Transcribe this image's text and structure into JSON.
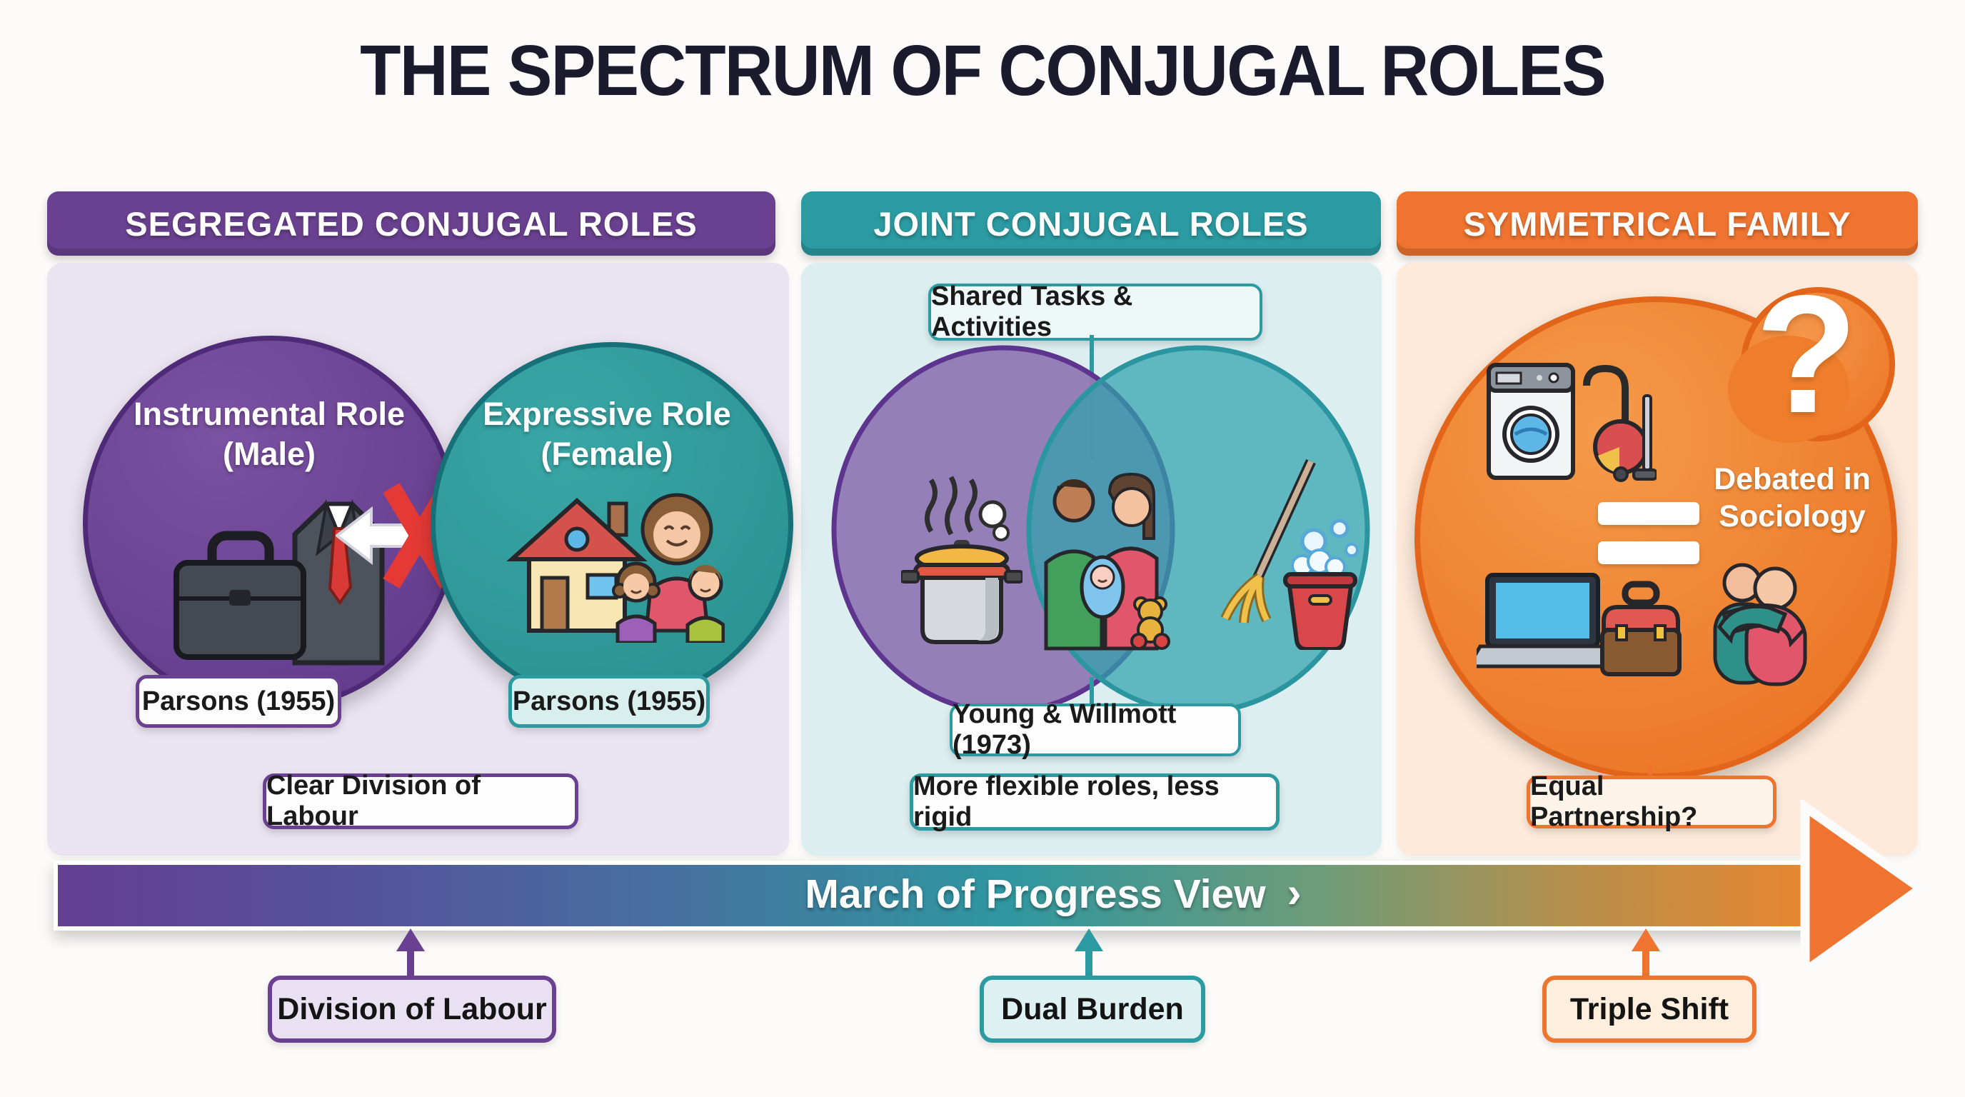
{
  "title": "THE SPECTRUM OF CONJUGAL ROLES",
  "panels": {
    "segregated": {
      "header": "SEGREGATED CONJUGAL ROLES",
      "accent_color": "#6a4190",
      "instrumental_circle": {
        "label": "Instrumental Role (Male)",
        "badge": "Parsons (1955)",
        "icons": [
          "briefcase-icon",
          "suit-icon"
        ]
      },
      "expressive_circle": {
        "label": "Expressive Role (Female)",
        "badge": "Parsons (1955)",
        "icons": [
          "house-icon",
          "mother-children-icon"
        ]
      },
      "separator_icon": "crossed-double-arrow-icon",
      "bottom_badge": "Clear Division of Labour"
    },
    "joint": {
      "header": "JOINT CONJUGAL ROLES",
      "accent_color": "#2b9aa1",
      "top_badge": "Shared Tasks & Activities",
      "venn": {
        "left_icon": "cooking-pot-icon",
        "overlap_icon": "family-baby-icon",
        "right_icon": "mop-bucket-icon"
      },
      "attribution_badge": "Young & Willmott (1973)",
      "bottom_badge": "More flexible roles, less rigid"
    },
    "symmetrical": {
      "header": "SYMMETRICAL FAMILY",
      "accent_color": "#ee7430",
      "question_mark": "?",
      "debate_note": "Debated in Sociology",
      "equals_icon": "equals-sign-icon",
      "icons": [
        "washing-machine-icon",
        "vacuum-icon",
        "laptop-icon",
        "toolbox-icon",
        "hugging-couple-icon"
      ],
      "bottom_badge": "Equal Partnership?"
    }
  },
  "progress_arrow": {
    "label": "March of Progress View",
    "chevron": "›"
  },
  "timeline": [
    {
      "label": "Division of Labour",
      "color": "#6a4190"
    },
    {
      "label": "Dual Burden",
      "color": "#2b9aa1"
    },
    {
      "label": "Triple Shift",
      "color": "#ee7430"
    }
  ],
  "colors": {
    "purple": "#6a4190",
    "teal": "#2b9aa1",
    "orange": "#ee7430"
  }
}
